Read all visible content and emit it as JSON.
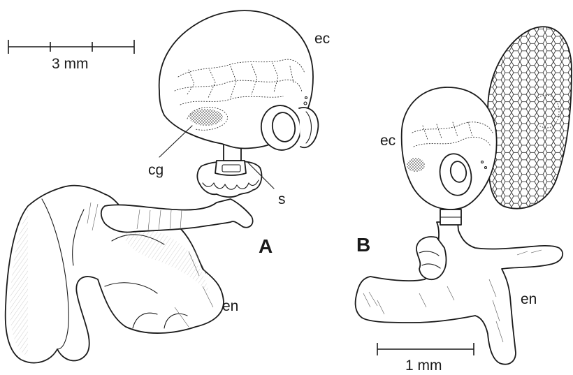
{
  "figure": {
    "panel_a": {
      "label": "A",
      "scale_bar": "3 mm",
      "labels": {
        "ec": "ec",
        "cg": "cg",
        "s": "s",
        "en": "en"
      }
    },
    "panel_b": {
      "label": "B",
      "scale_bar": "1 mm",
      "labels": {
        "ec": "ec",
        "en": "en"
      }
    }
  }
}
